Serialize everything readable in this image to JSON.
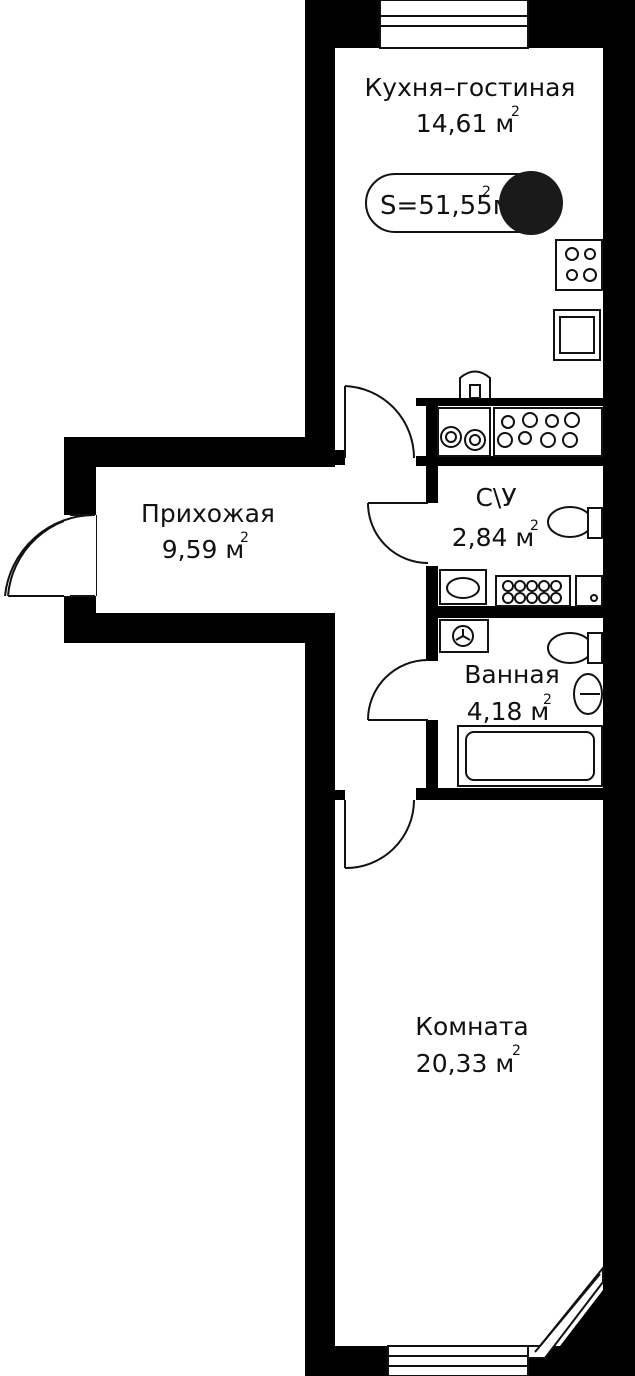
{
  "rooms": {
    "kitchen": {
      "name": "Кухня–гостиная",
      "area": "14,61 м",
      "unit_sup": "2"
    },
    "hall": {
      "name": "Прихожая",
      "area": "9,59 м",
      "unit_sup": "2"
    },
    "wc": {
      "name": "С\\У",
      "area": "2,84 м",
      "unit_sup": "2"
    },
    "bath": {
      "name": "Ванная",
      "area": "4,18 м",
      "unit_sup": "2"
    },
    "room": {
      "name": "Комната",
      "area": "20,33 м",
      "unit_sup": "2"
    }
  },
  "total": {
    "label": "S=51,55м",
    "unit_sup": "2"
  },
  "colors": {
    "wall": "#000000",
    "background": "#ffffff",
    "line": "#111111"
  }
}
